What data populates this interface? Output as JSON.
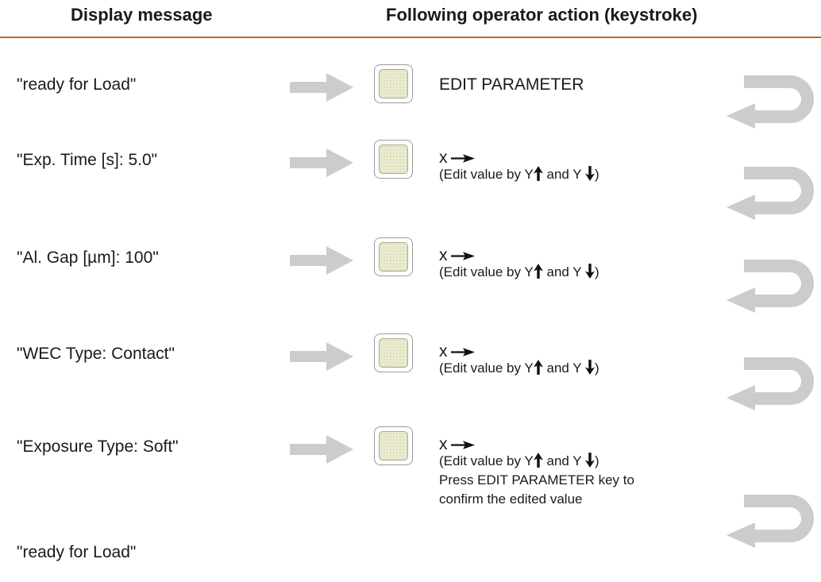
{
  "header": {
    "display_message": "Display message",
    "operator_action": "Following operator action (keystroke)"
  },
  "rows": [
    {
      "message": "\"ready for Load\"",
      "action_main": "EDIT PARAMETER"
    },
    {
      "message": "\"Exp. Time [s]: 5.0\"",
      "key_x": "x",
      "edit_prefix": "(Edit value by Y",
      "edit_and": "and Y",
      "edit_suffix": ")"
    },
    {
      "message": "\"Al. Gap [µm]: 100\"",
      "key_x": "x",
      "edit_prefix": "(Edit value by Y",
      "edit_and": "and Y",
      "edit_suffix": ")"
    },
    {
      "message": "\"WEC Type: Contact\"",
      "key_x": "x",
      "edit_prefix": "(Edit value by Y",
      "edit_and": "and Y",
      "edit_suffix": ")"
    },
    {
      "message": "\"Exposure Type: Soft\"",
      "key_x": "x",
      "edit_prefix": "(Edit value by Y",
      "edit_and": "and Y",
      "edit_suffix": ")",
      "confirm_line1": "Press EDIT PARAMETER key to",
      "confirm_line2": "confirm the edited value"
    },
    {
      "message": "\"ready for Load\""
    }
  ],
  "colors": {
    "header_rule": "#b46a3c",
    "key_face": "#ebebd0",
    "arrow_gray": "#cccccc"
  },
  "icons": {
    "flow": "right-arrow-icon",
    "key": "key-button-icon",
    "loop": "return-arrow-icon",
    "right": "black-right-arrow-icon",
    "up": "up-arrow-icon",
    "down": "down-arrow-icon"
  }
}
